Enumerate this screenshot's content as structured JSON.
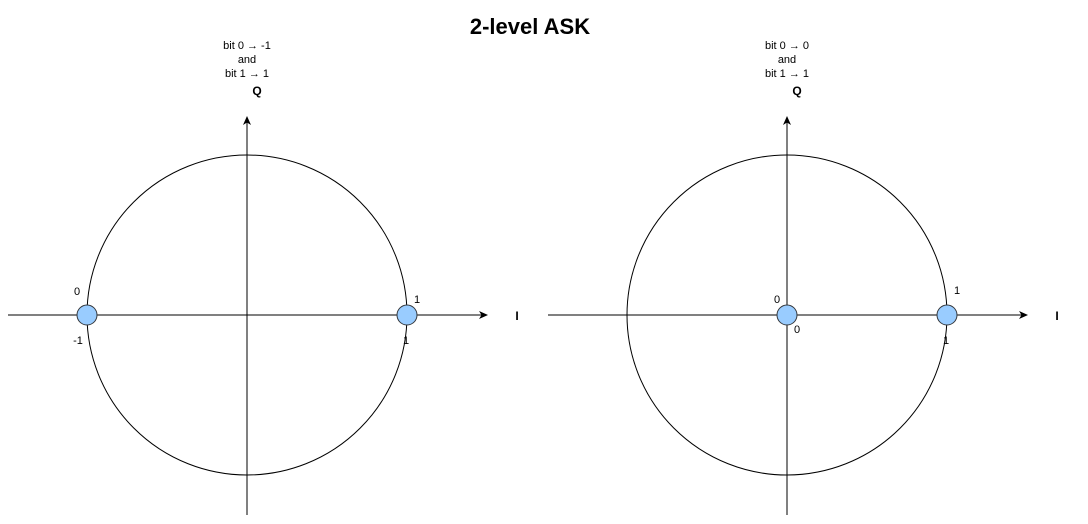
{
  "title": "2-level ASK",
  "colors": {
    "point_fill": "#99ccff",
    "point_stroke": "#36393d",
    "line": "#000000"
  },
  "diagrams": [
    {
      "mapping": [
        "bit 0 → -1",
        "and",
        "bit 1 → 1"
      ],
      "q_label": "Q",
      "i_label": "I",
      "points": [
        {
          "bit_label": "0",
          "value_label": "-1",
          "i": -1
        },
        {
          "bit_label": "1",
          "value_label": "1",
          "i": 1
        }
      ]
    },
    {
      "mapping": [
        "bit 0 → 0",
        "and",
        "bit 1 → 1"
      ],
      "q_label": "Q",
      "i_label": "I",
      "points": [
        {
          "bit_label": "0",
          "value_label": "0",
          "i": 0
        },
        {
          "bit_label": "1",
          "value_label": "1",
          "i": 1
        }
      ]
    }
  ]
}
